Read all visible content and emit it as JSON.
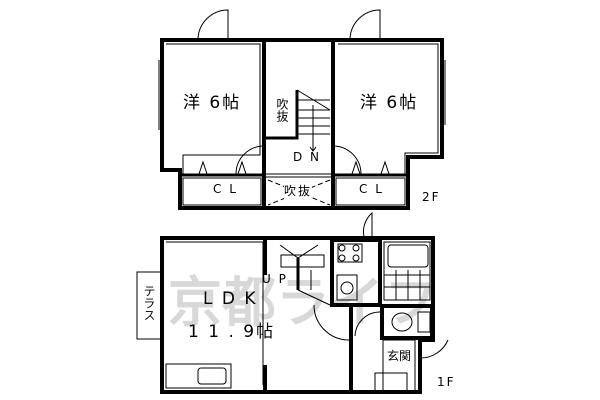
{
  "watermark": "京都ライフ",
  "floors": {
    "second": {
      "floor_label": "2F",
      "rooms": [
        {
          "id": "west-bedroom",
          "label": "洋 6帖"
        },
        {
          "id": "east-bedroom",
          "label": "洋 6帖"
        },
        {
          "id": "void-upper",
          "label": "吹抜"
        },
        {
          "id": "void-lower",
          "label": "吹抜"
        },
        {
          "id": "closet-left",
          "label": "C L"
        },
        {
          "id": "closet-right",
          "label": "C L"
        },
        {
          "id": "stairs-down",
          "label": "D N"
        }
      ]
    },
    "first": {
      "floor_label": "1F",
      "rooms": [
        {
          "id": "ldk",
          "label": "L D K",
          "size": "1 1 . 9帖"
        },
        {
          "id": "terrace",
          "label": "テラス"
        },
        {
          "id": "stairs-up",
          "label": "U P"
        },
        {
          "id": "entrance",
          "label": "玄関"
        }
      ]
    }
  },
  "colors": {
    "line": "#000000",
    "background": "#ffffff",
    "watermark": "#d8d8d8"
  }
}
